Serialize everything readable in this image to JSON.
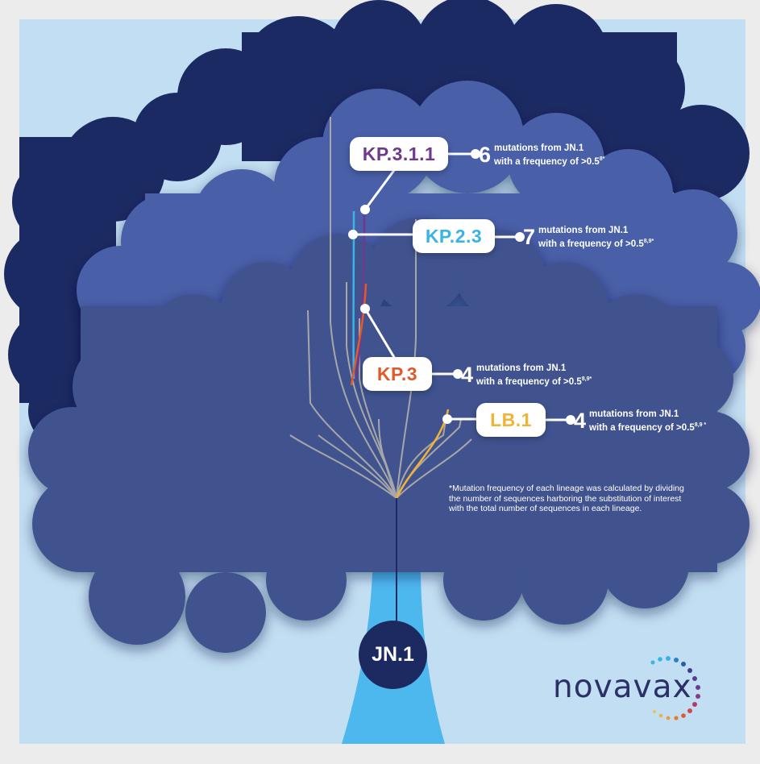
{
  "lineages": [
    {
      "name": "KP.3.1.1",
      "color": "#6e3a8e",
      "count": "6",
      "line1": "mutations from JN.1",
      "line2": "with a frequency of >0.5",
      "sup": "8*"
    },
    {
      "name": "KP.2.3",
      "color": "#3ab3e6",
      "count": "7",
      "line1": "mutations from JN.1",
      "line2": "with a frequency of >0.5",
      "sup": "8,9*"
    },
    {
      "name": "KP.3",
      "color": "#e05a2b",
      "count": "4",
      "line1": "mutations from JN.1",
      "line2": "with a frequency of >0.5",
      "sup": "8,9*"
    },
    {
      "name": "LB.1",
      "color": "#f2b233",
      "count": "4",
      "line1": "mutations from JN.1",
      "line2": "with a frequency of >0.5",
      "sup": "8,9 *"
    }
  ],
  "footnote": "*Mutation frequency of each lineage was calculated by dividing the number of sequences harboring the substitution of interest with the total number of sequences in each lineage.",
  "root": "JN.1",
  "brand": "novavax",
  "colors": {
    "background": "#c2def2",
    "trunk": "#4db8ee",
    "canopy_dark": "#1c2a63",
    "canopy_mid": "#4a5ea8",
    "canopy_front": "#3f528f",
    "branch_grey": "#a7a7a7"
  }
}
